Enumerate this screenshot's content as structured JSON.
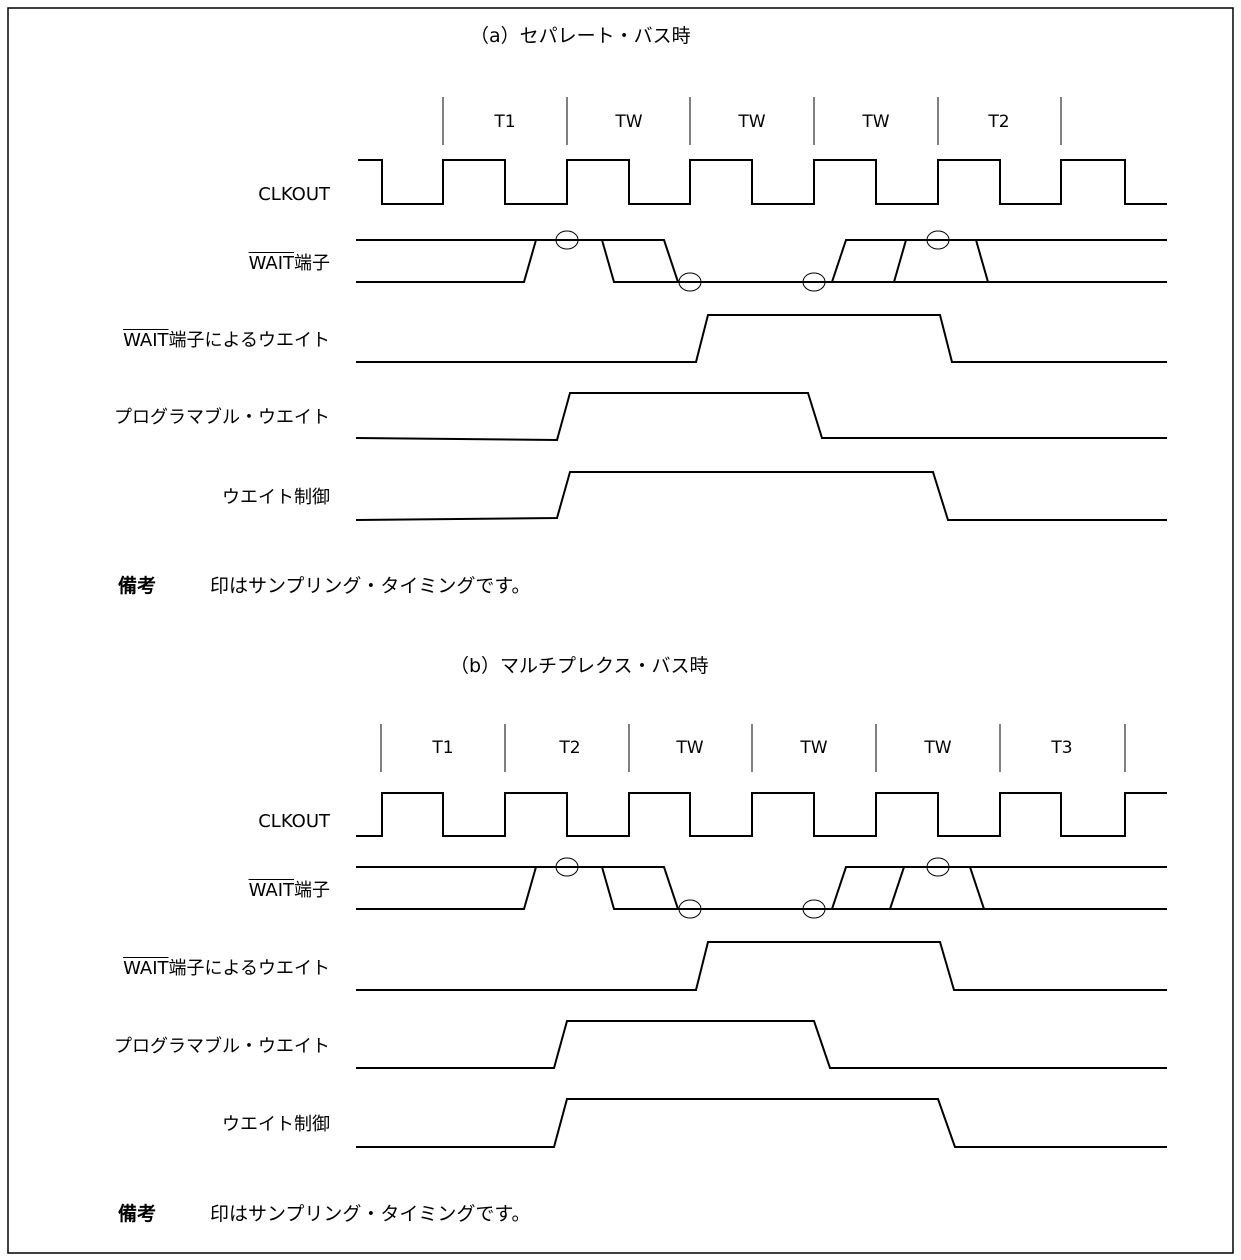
{
  "diagram_a": {
    "title": "（a）セパレート・バス時",
    "phases": [
      "T1",
      "TW",
      "TW",
      "TW",
      "T2"
    ],
    "signals": {
      "clkout": "CLKOUT",
      "wait_pin_overbar": "WAIT",
      "wait_pin_suffix": "端子",
      "wait_by_pin_overbar": "WAIT",
      "wait_by_pin_suffix": "端子によるウエイト",
      "programmable_wait": "プログラマブル・ウエイト",
      "wait_control": "ウエイト制御"
    },
    "note_head": "備考",
    "note_body": "印はサンプリング・タイミングです。"
  },
  "diagram_b": {
    "title": "（b）マルチプレクス・バス時",
    "phases": [
      "T1",
      "T2",
      "TW",
      "TW",
      "TW",
      "T3"
    ],
    "signals": {
      "clkout": "CLKOUT",
      "wait_pin_overbar": "WAIT",
      "wait_pin_suffix": "端子",
      "wait_by_pin_overbar": "WAIT",
      "wait_by_pin_suffix": "端子によるウエイト",
      "programmable_wait": "プログラマブル・ウエイト",
      "wait_control": "ウエイト制御"
    },
    "note_head": "備考",
    "note_body": "印はサンプリング・タイミングです。"
  },
  "colors": {
    "line": "#000000",
    "background": "#ffffff"
  }
}
